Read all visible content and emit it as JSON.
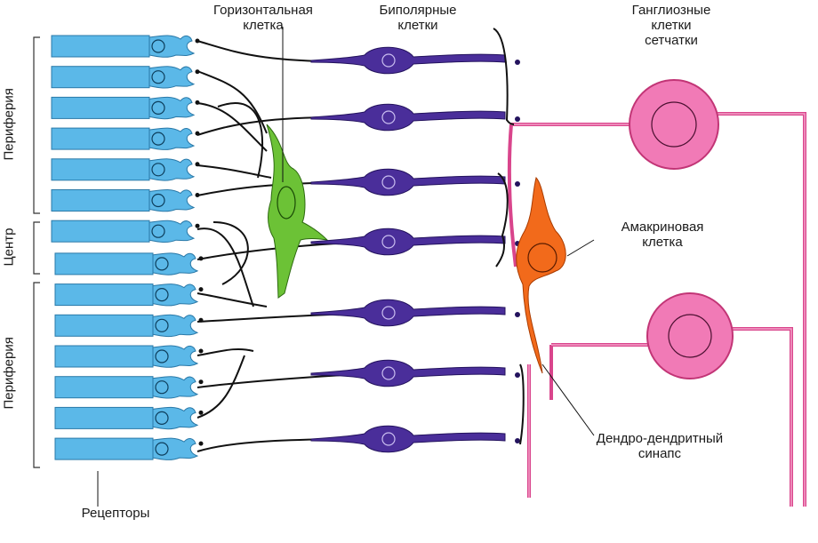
{
  "labels": {
    "horizontal_l1": "Горизонтальная",
    "horizontal_l2": "клетка",
    "bipolar_l1": "Биполярные",
    "bipolar_l2": "клетки",
    "ganglion_l1": "Ганглиозные",
    "ganglion_l2": "клетки",
    "ganglion_l3": "сетчатки",
    "amacrine_l1": "Амакриновая",
    "amacrine_l2": "клетка",
    "synapse_l1": "Дендро-дендритный",
    "synapse_l2": "синапс",
    "receptors": "Рецепторы",
    "periphery_top": "Периферия",
    "center": "Центр",
    "periphery_bottom": "Периферия"
  },
  "colors": {
    "receptor": "#5bb8e8",
    "horizontal": "#6cc236",
    "bipolar": "#4a2e9a",
    "amacrine": "#f26a1b",
    "ganglion": "#e9559a",
    "ganglion_fill": "#f17ab6",
    "line": "#111111"
  }
}
